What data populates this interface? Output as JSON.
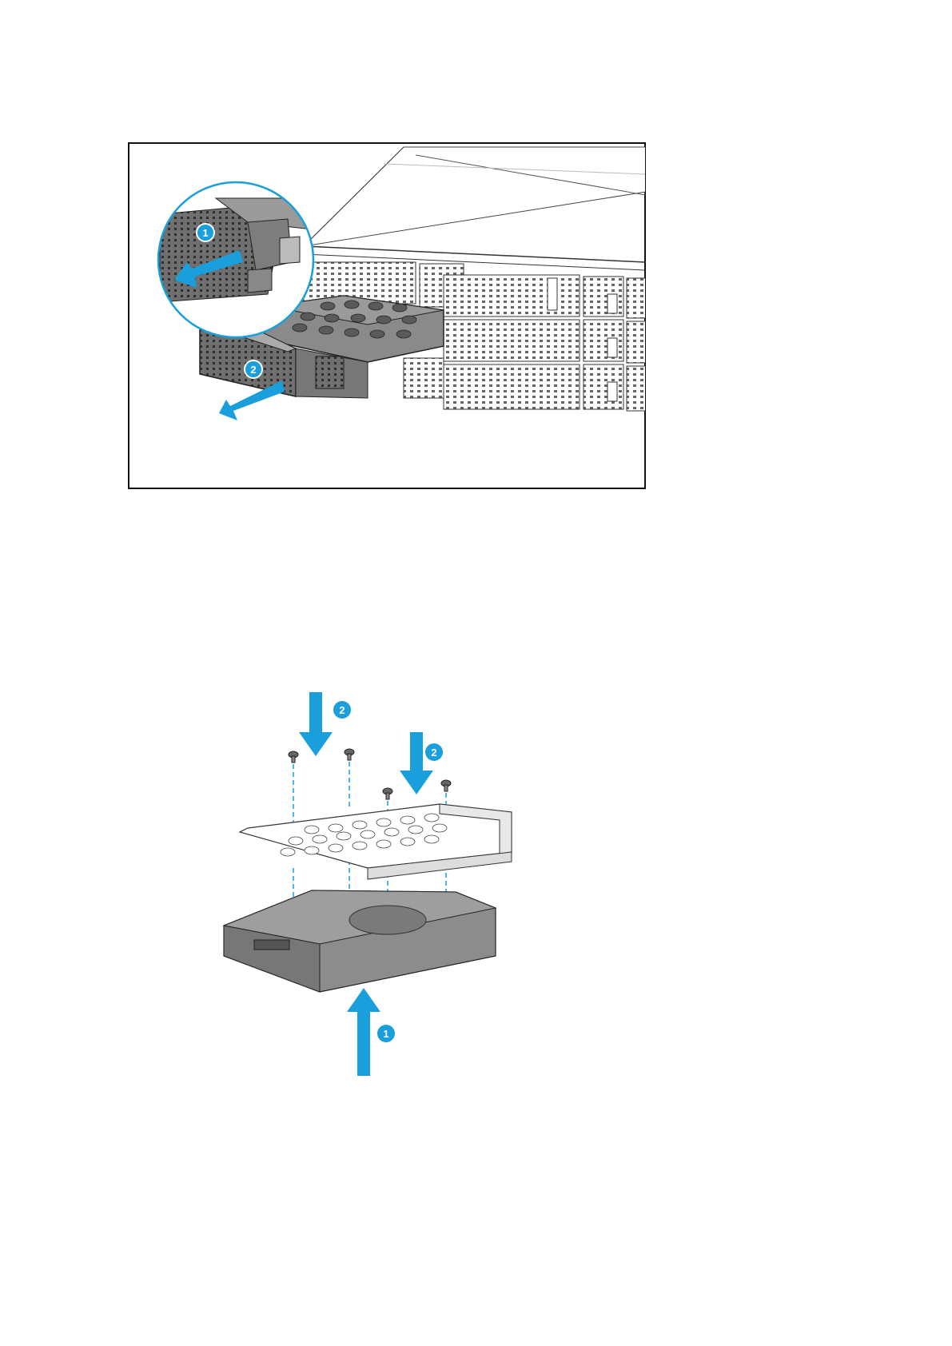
{
  "figure1": {
    "accent_color": "#1a9fdc",
    "steps": [
      {
        "number": "1",
        "action": "press-release-latch-arrow-icon"
      },
      {
        "number": "2",
        "action": "pull-tray-out-arrow-icon"
      }
    ]
  },
  "figure2": {
    "accent_color": "#1a9fdc",
    "steps": [
      {
        "number": "2",
        "action": "screw-down-arrow-icon"
      },
      {
        "number": "2",
        "action": "screw-down-arrow-icon"
      },
      {
        "number": "1",
        "action": "drive-up-arrow-icon"
      }
    ]
  }
}
